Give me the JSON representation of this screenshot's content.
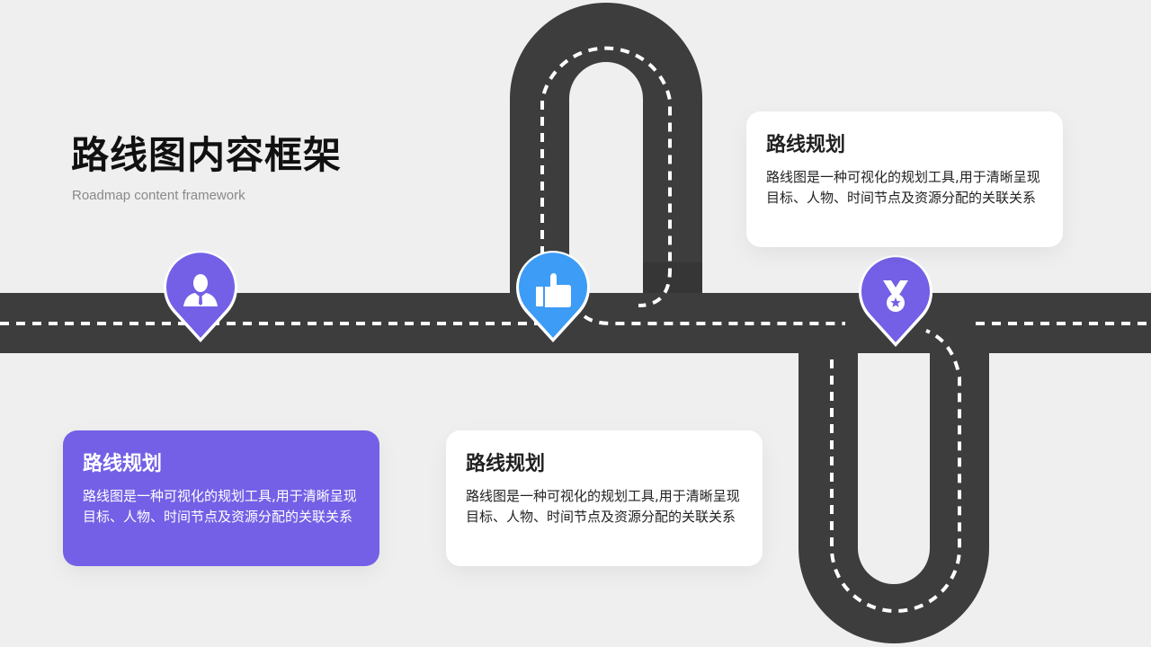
{
  "header": {
    "title": "路线图内容框架",
    "subtitle": "Roadmap content framework"
  },
  "colors": {
    "background": "#efefef",
    "road": "#3d3d3d",
    "lane_marking": "#ffffff",
    "purple": "#7360e6",
    "blue": "#3d9cf5"
  },
  "milestones": [
    {
      "icon": "person-icon",
      "color": "#7360e6"
    },
    {
      "icon": "thumbs-up-icon",
      "color": "#3d9cf5"
    },
    {
      "icon": "medal-icon",
      "color": "#7360e6"
    }
  ],
  "cards": [
    {
      "title": "路线规划",
      "text": "路线图是一种可视化的规划工具,用于清晰呈现目标、人物、时间节点及资源分配的关联关系",
      "style": "purple"
    },
    {
      "title": "路线规划",
      "text": "路线图是一种可视化的规划工具,用于清晰呈现目标、人物、时间节点及资源分配的关联关系",
      "style": "white"
    },
    {
      "title": "路线规划",
      "text": "路线图是一种可视化的规划工具,用于清晰呈现目标、人物、时间节点及资源分配的关联关系",
      "style": "white"
    }
  ]
}
